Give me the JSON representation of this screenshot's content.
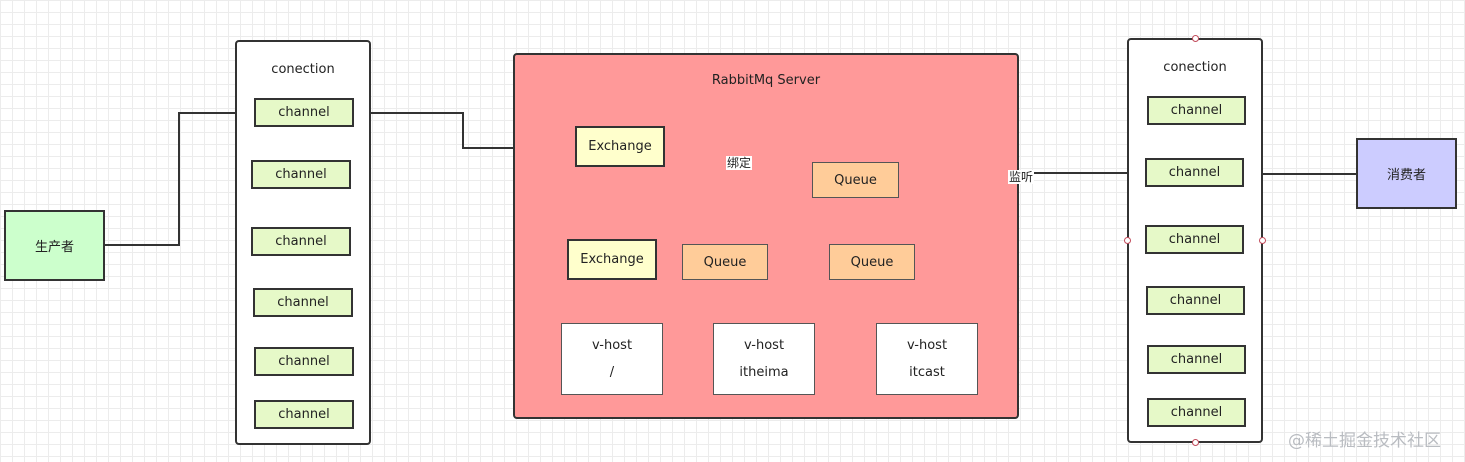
{
  "producer": {
    "label": "生产者",
    "color": "#ccffcc"
  },
  "consumer": {
    "label": "消费者",
    "color": "#ccccff"
  },
  "left_connection": {
    "title": "conection",
    "channels": [
      "channel",
      "channel",
      "channel",
      "channel",
      "channel",
      "channel"
    ]
  },
  "right_connection": {
    "title": "conection",
    "channels": [
      "channel",
      "channel",
      "channel",
      "channel",
      "channel",
      "channel"
    ]
  },
  "server": {
    "title": "RabbitMq Server",
    "color": "#ff9999",
    "exchange_1": "Exchange",
    "exchange_2": "Exchange",
    "queue_1": "Queue",
    "queue_2": "Queue",
    "queue_3": "Queue",
    "vhosts": [
      {
        "title": "v-host",
        "name": "/"
      },
      {
        "title": "v-host",
        "name": "itheima"
      },
      {
        "title": "v-host",
        "name": "itcast"
      }
    ]
  },
  "edges": {
    "bind_label": "绑定",
    "listen_label": "监听"
  },
  "watermark": "@稀土掘金技术社区"
}
